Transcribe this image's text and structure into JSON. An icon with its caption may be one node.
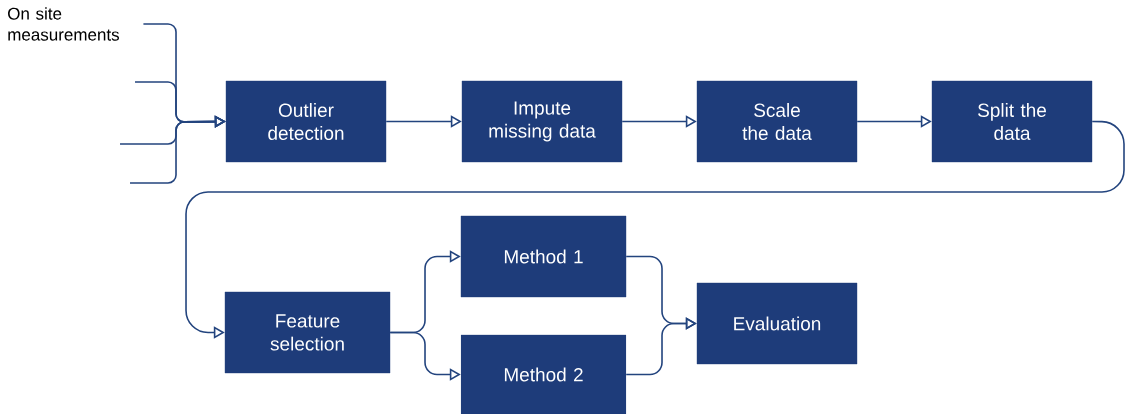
{
  "diagram": {
    "nodes": [
      {
        "text": [
          "On site measurements"
        ]
      },
      {
        "text": [
          "Outlier detection"
        ]
      },
      {
        "text": [
          "Impute missing data"
        ]
      },
      {
        "text": [
          "Scale the data"
        ]
      },
      {
        "text": [
          "Split the data"
        ]
      },
      {
        "text": [
          "Feature selection"
        ]
      },
      {
        "text": [
          "Method 1"
        ]
      },
      {
        "text": [
          "Method 2"
        ]
      },
      {
        "text": [
          "Evaluation"
        ]
      }
    ],
    "edges": [
      {
        "from": 0,
        "to": 1,
        "arrow": "to"
      },
      {
        "from": null,
        "to": 1,
        "arrow": "to"
      },
      {
        "from": null,
        "to": 1,
        "arrow": "to"
      },
      {
        "from": null,
        "to": 1,
        "arrow": "to"
      },
      {
        "from": 1,
        "to": 2,
        "arrow": "to"
      },
      {
        "from": 2,
        "to": 3,
        "arrow": "to"
      },
      {
        "from": 3,
        "to": 4,
        "arrow": "to"
      },
      {
        "from": 4,
        "to": 5,
        "arrow": "to"
      },
      {
        "from": 5,
        "to": 6,
        "arrow": "to"
      },
      {
        "from": 5,
        "to": 7,
        "arrow": "to"
      },
      {
        "from": 6,
        "to": 8,
        "arrow": "to"
      },
      {
        "from": 7,
        "to": 8,
        "arrow": "to"
      }
    ]
  }
}
